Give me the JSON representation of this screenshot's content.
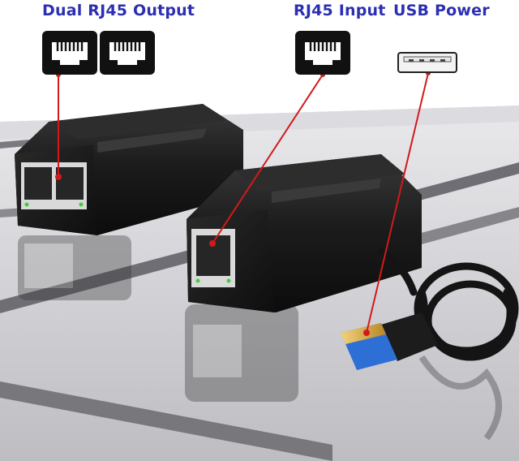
{
  "labels": {
    "dual_output": "Dual RJ45 Output",
    "input": "RJ45 Input",
    "usb_power": "USB Power"
  },
  "icons": {
    "output_port_1": "rj45-port-icon",
    "output_port_2": "rj45-port-icon",
    "input_port": "rj45-port-icon",
    "usb": "usb-a-port-icon"
  },
  "colors": {
    "label_text": "#2b2fb0",
    "pointer_line": "#d21a1a",
    "device_body": "#1c1c1c",
    "usb_blue": "#2e6fd6",
    "usb_gold": "#d4a63a"
  }
}
